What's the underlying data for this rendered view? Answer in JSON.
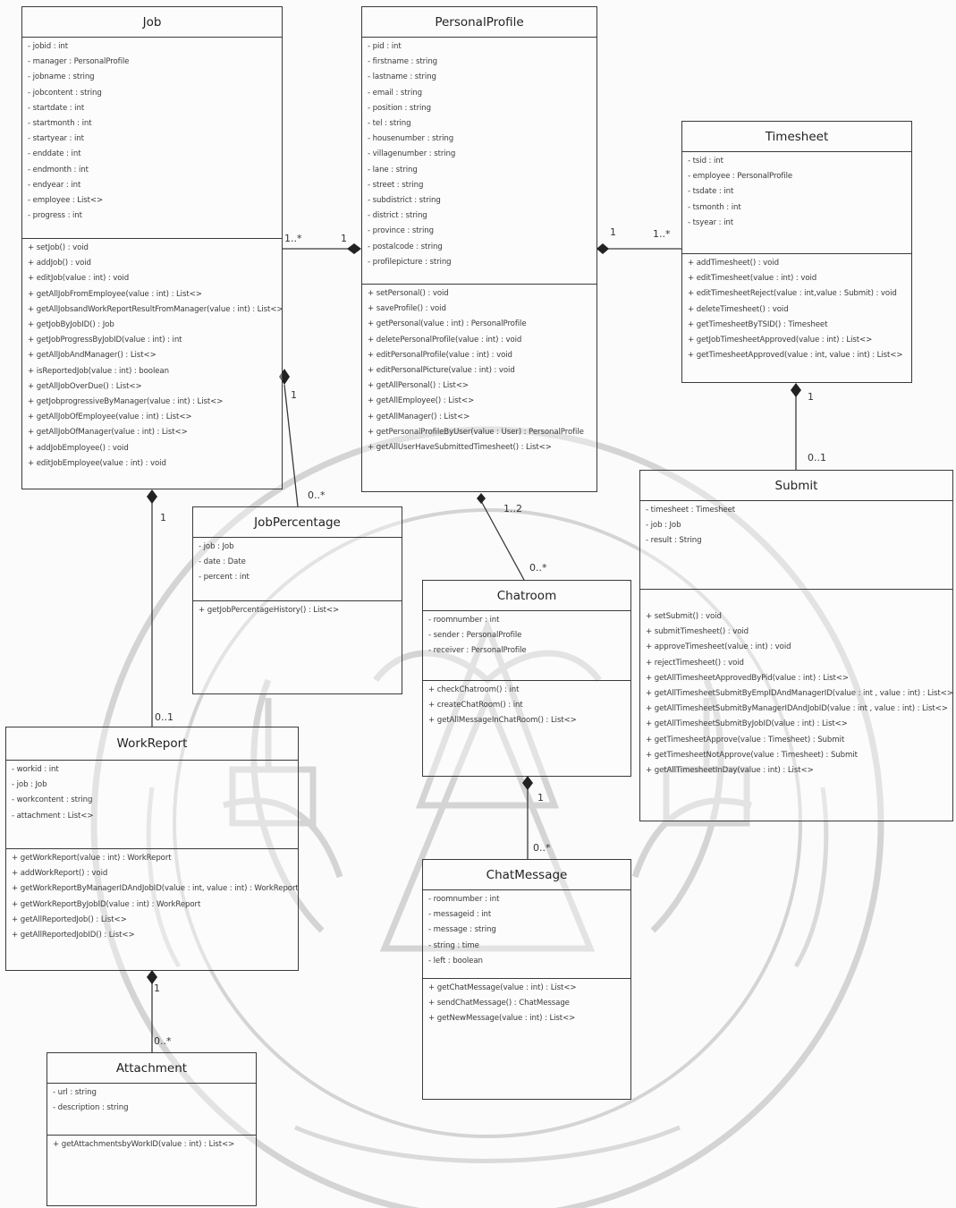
{
  "classes": {
    "job": {
      "title": "Job",
      "attributes": [
        "- jobid : int",
        "- manager : PersonalProfile",
        "- jobname : string",
        "- jobcontent : string",
        "- startdate : int",
        "- startmonth : int",
        "- startyear : int",
        "- enddate : int",
        "- endmonth : int",
        "- endyear : int",
        "- employee : List<>",
        "- progress : int"
      ],
      "methods": [
        "+ setJob() : void",
        "+ addJob() : void",
        "+ editJob(value : int) : void",
        "+ getAllJobFromEmployee(value : int) : List<>",
        "+ getAllJobsandWorkReportResultFromManager(value : int) : List<>",
        "+ getJobByJobID() : Job",
        "+ getJobProgressByJobID(value : int) : int",
        "+ getAllJobAndManager() : List<>",
        "+ isReportedJob(value : int) : boolean",
        "+ getAllJobOverDue() : List<>",
        "+ getJobprogressiveByManager(value : int) : List<>",
        "+ getAllJobOfEmployee(value : int) : List<>",
        "+ getAllJobOfManager(value : int) : List<>",
        "+ addJobEmployee() : void",
        "+ editJobEmployee(value : int) : void"
      ]
    },
    "profile": {
      "title": "PersonalProfile",
      "attributes": [
        "- pid : int",
        "- firstname : string",
        "- lastname : string",
        "- email : string",
        "- position : string",
        "- tel : string",
        "- housenumber : string",
        "- villagenumber : string",
        "- lane : string",
        "- street : string",
        "- subdistrict : string",
        "- district : string",
        "- province : string",
        "- postalcode : string",
        "- profilepicture : string"
      ],
      "methods": [
        "+ setPersonal() : void",
        "+ saveProfile() : void",
        "+ getPersonal(value : int) : PersonalProfile",
        "+ deletePersonalProfile(value : int) : void",
        "+ editPersonalProfile(value : int) : void",
        "+ editPersonalPicture(value : int) : void",
        "+ getAllPersonal() : List<>",
        "+ getAllEmployee() : List<>",
        "+ getAllManager() : List<>",
        "+ getPersonalProfileByUser(value : User) : PersonalProfile",
        "+ getAllUserHaveSubmittedTimesheet() : List<>"
      ]
    },
    "timesheet": {
      "title": "Timesheet",
      "attributes": [
        "- tsid : int",
        "- employee : PersonalProfile",
        "- tsdate : int",
        "- tsmonth : int",
        "- tsyear : int"
      ],
      "methods": [
        "+ addTimesheet() : void",
        "+ editTimesheet(value : int) : void",
        "+ editTimesheetReject(value : int,value : Submit) : void",
        "+ deleteTimesheet() : void",
        "+ getTimesheetByTSID() : Timesheet",
        "+ getJobTimesheetApproved(value : int) : List<>",
        "+ getTimesheetApproved(value : int, value : int) : List<>"
      ]
    },
    "submit": {
      "title": "Submit",
      "attributes": [
        "- timesheet : Timesheet",
        "- job : Job",
        "- result : String"
      ],
      "methods": [
        "+ setSubmit() : void",
        "+ submitTimesheet() : void",
        "+ approveTimesheet(value : int) : void",
        "+ rejectTimesheet() : void",
        "+ getAllTimesheetApprovedByPid(value : int) : List<>",
        "+ getAllTimesheetSubmitByEmpIDAndManagerID(value : int , value : int) : List<>",
        "+ getAllTimesheetSubmitByManagerIDAndJobID(value : int , value : int) : List<>",
        "+ getAllTimesheetSubmitByJobID(value : int) : List<>",
        "+ getTimesheetApprove(value : Timesheet) : Submit",
        "+ getTimesheetNotApprove(value : Timesheet) : Submit",
        "+ getAllTimesheetInDay(value : int) : List<>"
      ]
    },
    "jobpercentage": {
      "title": "JobPercentage",
      "attributes": [
        "- job : Job",
        "- date : Date",
        "- percent : int"
      ],
      "methods": [
        "+ getJobPercentageHistory() : List<>"
      ]
    },
    "chatroom": {
      "title": "Chatroom",
      "attributes": [
        "- roomnumber : int",
        "- sender : PersonalProfile",
        "- receiver : PersonalProfile"
      ],
      "methods": [
        "+ checkChatroom() : int",
        "+ createChatRoom() : int",
        "+ getAllMessageInChatRoom() : List<>"
      ]
    },
    "workreport": {
      "title": "WorkReport",
      "attributes": [
        "- workid : int",
        "- job : Job",
        "- workcontent : string",
        "- attachment : List<>"
      ],
      "methods": [
        "+ getWorkReport(value : int) : WorkReport",
        "+ addWorkReport() : void",
        "+ getWorkReportByManagerIDAndJobID(value : int, value : int) : WorkReport",
        "+ getWorkReportByJobID(value : int) : WorkReport",
        "+ getAllReportedJob() : List<>",
        "+ getAllReportedJobID() : List<>"
      ]
    },
    "chatmessage": {
      "title": "ChatMessage",
      "attributes": [
        "- roomnumber : int",
        "- messageid : int",
        "- message : string",
        "- string : time",
        "- left : boolean"
      ],
      "methods": [
        "+ getChatMessage(value : int) : List<>",
        "+ sendChatMessage() : ChatMessage",
        "+ getNewMessage(value : int) : List<>"
      ]
    },
    "attachment": {
      "title": "Attachment",
      "attributes": [
        "- url : string",
        "- description : string"
      ],
      "methods": [
        "+ getAttachmentsbyWorkID(value : int) : List<>"
      ]
    }
  },
  "multiplicities": {
    "job_profile_job": "1..*",
    "job_profile_profile": "1",
    "profile_timesheet_profile": "1",
    "profile_timesheet_timesheet": "1..*",
    "job_jobpercentage_job": "1",
    "job_jobpercentage_jp": "0..*",
    "profile_chatroom_profile": "1..2",
    "profile_chatroom_chatroom": "0..*",
    "timesheet_submit_timesheet": "1",
    "timesheet_submit_submit": "0..1",
    "job_workreport_job": "1",
    "job_workreport_wr": "0..1",
    "chatroom_chatmessage_chatroom": "1",
    "chatroom_chatmessage_cm": "0..*",
    "workreport_attachment_wr": "1",
    "workreport_attachment_att": "0..*"
  },
  "colors": {
    "line": "#3a3a3a",
    "watermark": "#d6d6d6"
  }
}
